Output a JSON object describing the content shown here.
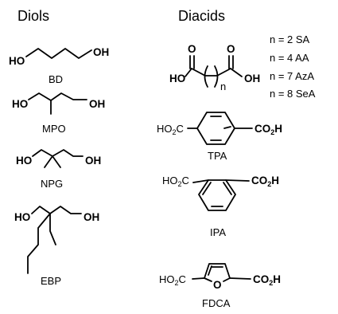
{
  "headers": {
    "diols": "Diols",
    "diacids": "Diacids"
  },
  "diols": {
    "bd": {
      "name": "BD",
      "left_oh": "HO",
      "right_oh": "OH"
    },
    "mpo": {
      "name": "MPO",
      "left_oh": "HO",
      "right_oh": "OH"
    },
    "npg": {
      "name": "NPG",
      "left_oh": "HO",
      "right_oh": "OH"
    },
    "ebp": {
      "name": "EBP",
      "left_oh": "HO",
      "right_oh": "OH"
    }
  },
  "diacids": {
    "aliphatic": {
      "ho": "HO",
      "oh": "OH",
      "o_left": "O",
      "o_right": "O",
      "n": "n",
      "legend": [
        "n = 2 SA",
        "n = 4 AA",
        "n = 7 AzA",
        "n = 8 SeA"
      ]
    },
    "tpa": {
      "name": "TPA",
      "left": "HO",
      "left_sub": "2",
      "left_c": "C",
      "right": "CO",
      "right_sub": "2",
      "right_h": "H"
    },
    "ipa": {
      "name": "IPA",
      "left": "HO",
      "left_sub": "2",
      "left_c": "C",
      "right": "CO",
      "right_sub": "2",
      "right_h": "H"
    },
    "fdca": {
      "name": "FDCA",
      "left": "HO",
      "left_sub": "2",
      "left_c": "C",
      "right": "CO",
      "right_sub": "2",
      "right_h": "H",
      "ring_o": "O"
    }
  }
}
